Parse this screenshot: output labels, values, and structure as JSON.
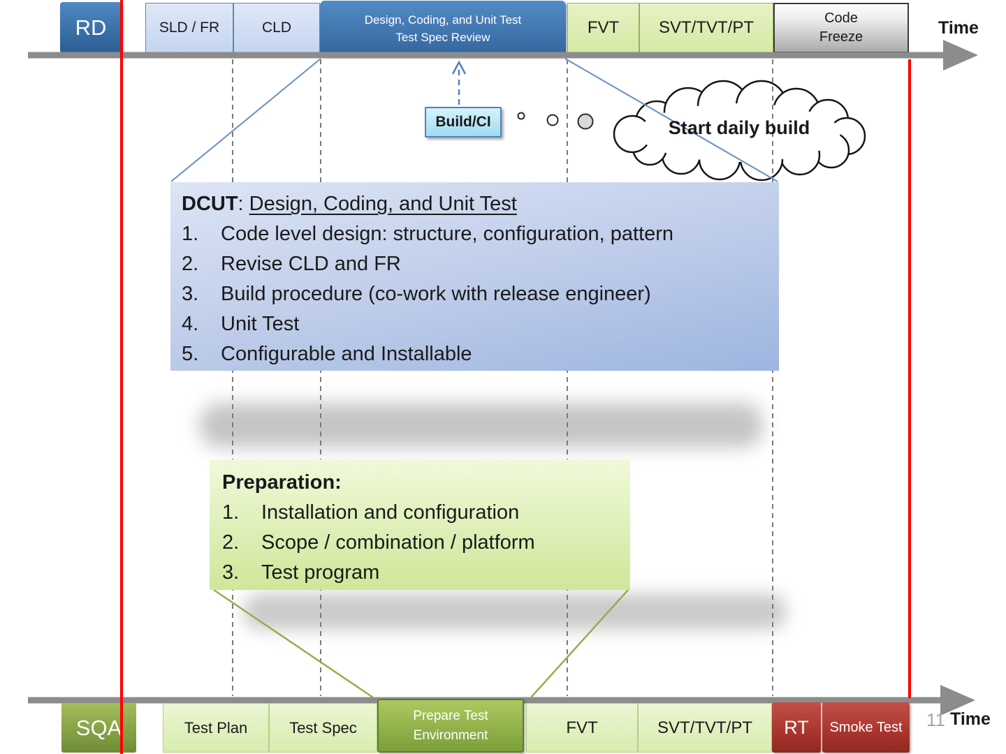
{
  "page": {
    "number": "11"
  },
  "timeline_top": {
    "lane_label": "RD",
    "time_label": "Time",
    "phases": {
      "sld_fr": "SLD / FR",
      "cld": "CLD",
      "dcut_line1": "Design, Coding, and Unit Test",
      "dcut_line2": "Test Spec Review",
      "fvt": "FVT",
      "svt": "SVT/TVT/PT",
      "code_freeze_line1": "Code",
      "code_freeze_line2": "Freeze"
    }
  },
  "build_callout": {
    "box_label": "Build/CI",
    "cloud_label": "Start daily build"
  },
  "dcut_note": {
    "title_term": "DCUT",
    "title_separator": ": ",
    "title_definition": "Design, Coding, and Unit Test",
    "items": [
      "Code level design: structure, configuration, pattern",
      "Revise CLD and FR",
      "Build procedure (co-work with release engineer)",
      "Unit Test",
      "Configurable and Installable"
    ]
  },
  "preparation_note": {
    "title": "Preparation:",
    "items": [
      "Installation and configuration",
      "Scope / combination / platform",
      "Test program"
    ]
  },
  "timeline_bottom": {
    "lane_label": "SQA",
    "time_label": "Time",
    "phases": {
      "test_plan": "Test Plan",
      "test_spec": "Test Spec",
      "prepare_line1": "Prepare Test",
      "prepare_line2": "Environment",
      "fvt": "FVT",
      "svt": "SVT/TVT/PT",
      "rt": "RT",
      "smoke_test": "Smoke Test"
    }
  },
  "colors": {
    "timeline_gray": "#8c8c8c",
    "milestone_red": "#fe0000",
    "rd_blue": "#33659d",
    "light_blue_phase": "#c4d5f0",
    "green_phase": "#d5e9a4",
    "code_freeze_gray": "#ababab",
    "sqa_green": "#6e8c37",
    "prepare_green": "#7c9f3b",
    "alert_red": "#a43129",
    "build_cyan": "#9fdcf0",
    "note_blue": "#b3c6e7",
    "note_green": "#d7eb9e",
    "connector_blue": "#6a90c0",
    "connector_green": "#8fb14a"
  }
}
